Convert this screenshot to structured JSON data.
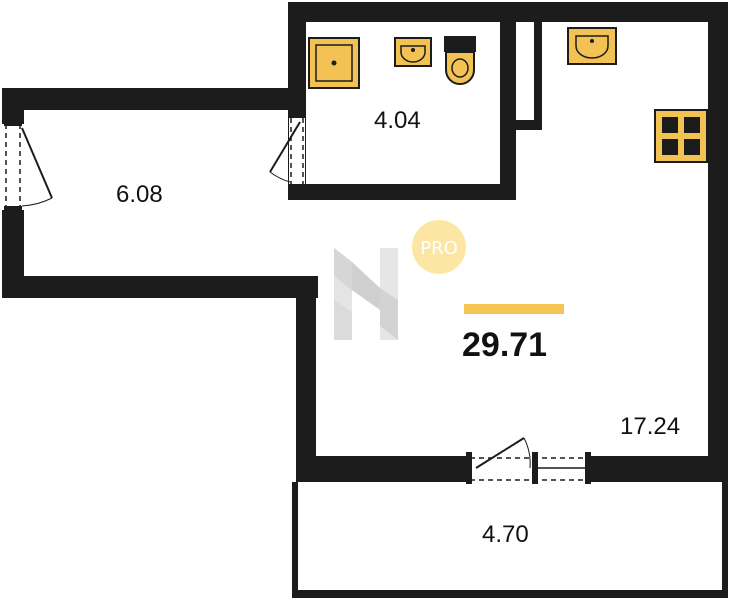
{
  "rooms": {
    "bathroom": {
      "area": "4.04"
    },
    "hallway": {
      "area": "6.08"
    },
    "living": {
      "area": "17.24"
    },
    "balcony": {
      "area": "4.70"
    }
  },
  "total": {
    "area": "29.71"
  },
  "badge": {
    "text": "PRO"
  },
  "colors": {
    "wall": "#1c1c1c",
    "fixture_fill": "#f2c255",
    "fixture_stroke": "#1c1c1c",
    "accent_bar": "#f6c453",
    "badge_circle": "#fde6a3",
    "logo_light": "#e4e4e4",
    "logo_dark": "#cfcfcf"
  },
  "icons": [
    "shower-tray-icon",
    "sink-icon",
    "toilet-icon",
    "kitchen-sink-icon",
    "stove-icon",
    "door-icon",
    "window-icon",
    "brand-logo-icon"
  ]
}
